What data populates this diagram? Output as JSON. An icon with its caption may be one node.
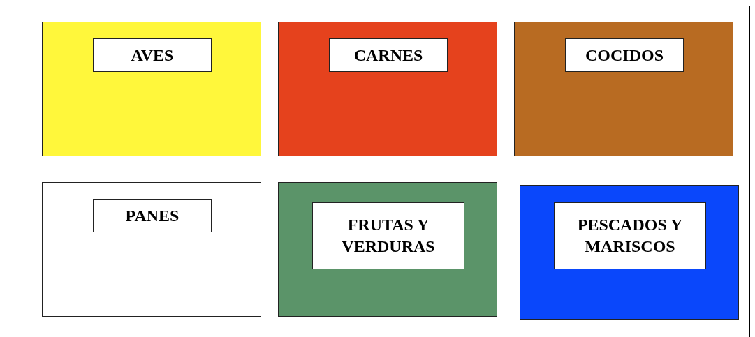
{
  "diagram": {
    "nodes": [
      {
        "text": [],
        "shape": "box"
      },
      {
        "text": [
          "AVES"
        ],
        "in": 0
      },
      {
        "text": [],
        "shape": "box"
      },
      {
        "text": [
          "CARNES"
        ],
        "in": 2
      },
      {
        "text": [],
        "shape": "box"
      },
      {
        "text": [
          "COCIDOS"
        ],
        "in": 4
      },
      {
        "text": [],
        "shape": "box"
      },
      {
        "text": [
          "PANES"
        ],
        "in": 6
      },
      {
        "text": [],
        "shape": "box"
      },
      {
        "text": [
          "FRUTAS Y VERDURAS"
        ],
        "in": 8
      },
      {
        "text": [],
        "shape": "box"
      },
      {
        "text": [
          "PESCADOS Y MARISCOS"
        ],
        "in": 10
      }
    ]
  }
}
